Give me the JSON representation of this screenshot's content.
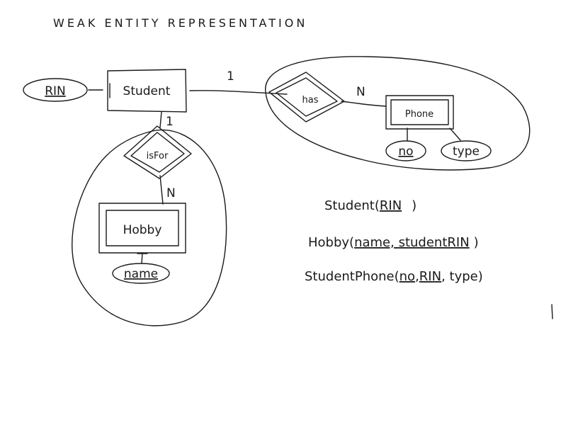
{
  "title": "WEAK ENTITY REPRESENTATION",
  "diagram": {
    "entities": {
      "student": "Student",
      "phone": "Phone",
      "hobby": "Hobby"
    },
    "relationships": {
      "has": "has",
      "isfor": "isFor"
    },
    "attributes": {
      "rin": "RIN",
      "no": "no",
      "type": "type",
      "name": "name"
    },
    "cardinalities": {
      "student_has": "1",
      "has_phone": "N",
      "student_isfor": "1",
      "isfor_hobby": "N"
    }
  },
  "schema": {
    "student": {
      "name": "Student(",
      "key": "RIN",
      "close": ")"
    },
    "hobby": {
      "name": "Hobby(",
      "key": "name, studentRIN",
      "close": ")"
    },
    "studentphone": {
      "name": "StudentPhone(",
      "key1": "no",
      "sep1": ",",
      "key2": "RIN",
      "rest": ", type)"
    }
  }
}
